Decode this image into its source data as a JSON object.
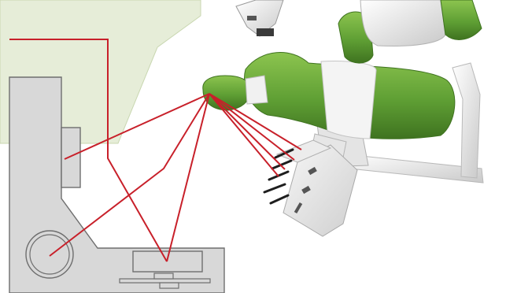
{
  "figure": {
    "kind": "dental workstation ergonomics illustration",
    "colors": {
      "panel": "#e6edd8",
      "panel_border": "#c9d7b1",
      "floorplan_fill": "#d8d8d8",
      "floorplan_stroke": "#6e6e6e",
      "chair_green": "#5f9f34",
      "chair_green_light": "#8cc44f",
      "chair_green_dark": "#3f7320",
      "metal_white": "#f1f1f1",
      "metal_shadow": "#c8c8c8",
      "reach_lines": "#c8202a"
    },
    "elements": [
      "corner-panel",
      "floor-plan-layout",
      "wall-cabinet",
      "operator-stool",
      "rear-cart",
      "dental-chair",
      "delivery-unit",
      "overhead-light",
      "reach-lines"
    ]
  }
}
